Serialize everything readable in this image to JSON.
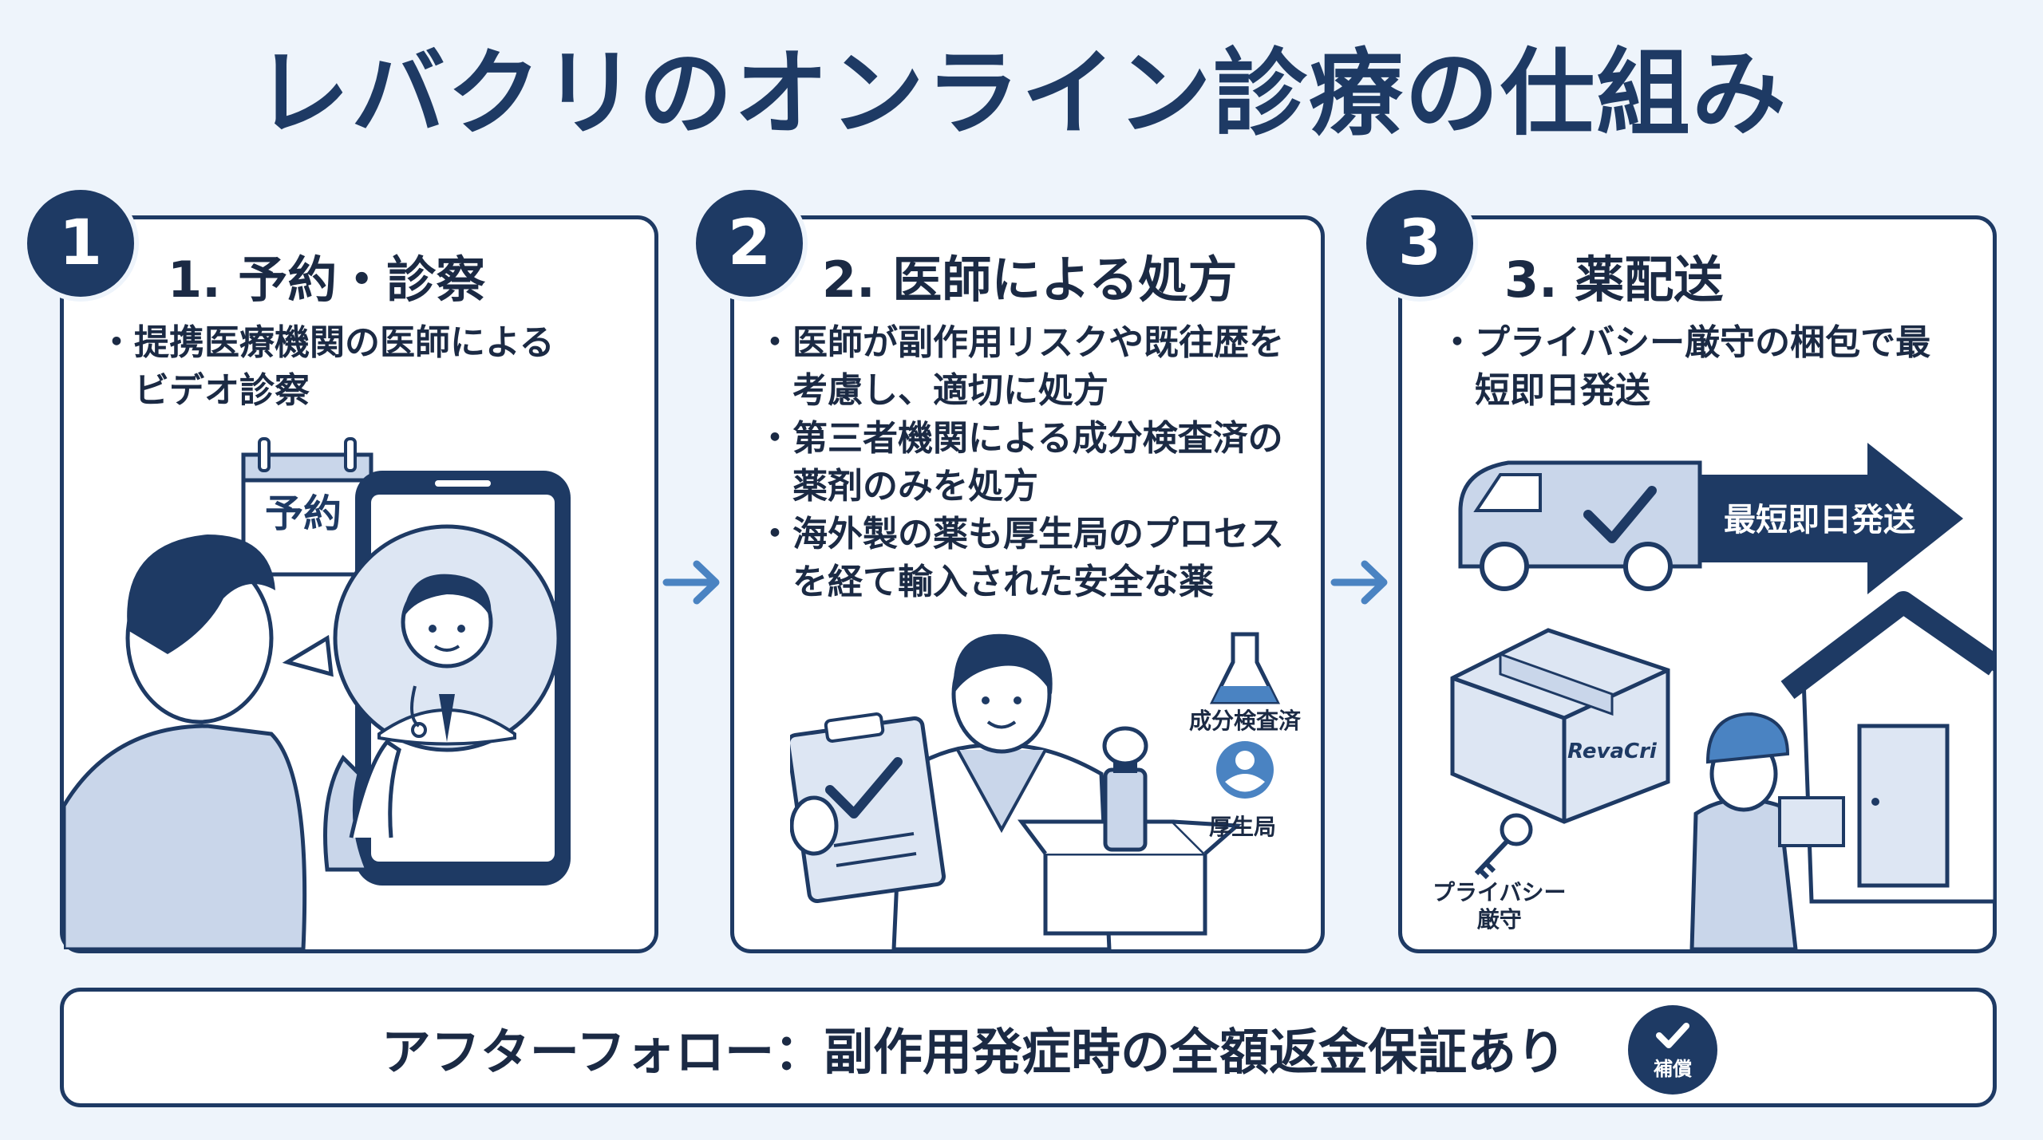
{
  "title": "レバクリのオンライン診療の仕組み",
  "steps": [
    {
      "number": "1",
      "title": "1. 予約・診察",
      "bullets": [
        "提携医療機関の医師による\nビデオ診察"
      ],
      "calendar_label": "予約"
    },
    {
      "number": "2",
      "title": "2. 医師による処方",
      "bullets": [
        "医師が副作用リスクや既往歴を考慮し、適切に処方",
        "第三者機関による成分検査済の薬剤のみを処方",
        "海外製の薬も厚生局のプロセスを経て輸入された安全な薬"
      ],
      "badge_tested": "成分検査済",
      "badge_bureau": "厚生局"
    },
    {
      "number": "3",
      "title": "3. 薬配送",
      "bullets": [
        "プライバシー厳守の梱包で最短即日発送"
      ],
      "truck_arrow_label": "最短即日発送",
      "box_brand": "RevaCri",
      "privacy_label_line1": "プライバシー",
      "privacy_label_line2": "厳守"
    }
  ],
  "after_follow": "アフターフォロー：副作用発症時の全額返金保証あり",
  "guarantee_badge": "補償",
  "colors": {
    "navy": "#1e3a64",
    "light_blue": "#c9d6ea",
    "arrow_blue": "#4a83c2",
    "background": "#eef4fb"
  }
}
